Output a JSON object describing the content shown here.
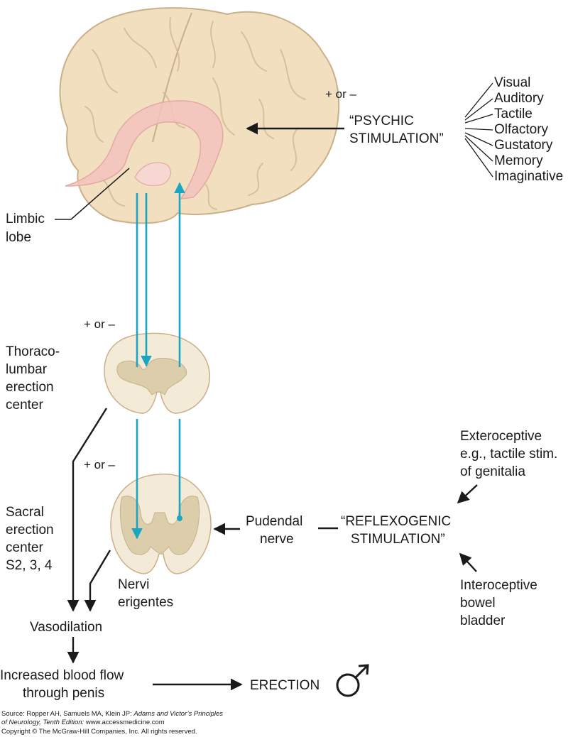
{
  "colors": {
    "brain_fill": "#f1dfbf",
    "brain_outline": "#c9b089",
    "limbic_fill": "#f3c3bd",
    "spinal_white": "#f3ead8",
    "spinal_gray": "#dccdab",
    "pathway": "#1aa6c0",
    "arrow": "#1a1a1a"
  },
  "labels": {
    "psychic_sign": "+ or –",
    "psychic_line1": "“PSYCHIC",
    "psychic_line2": "STIMULATION”",
    "stimuli": [
      "Visual",
      "Auditory",
      "Tactile",
      "Olfactory",
      "Gustatory",
      "Memory",
      "Imaginative"
    ],
    "limbic_line1": "Limbic",
    "limbic_line2": "lobe",
    "thoraco_sign": "+ or –",
    "thoraco_lines": [
      "Thoraco-",
      "lumbar",
      "erection",
      "center"
    ],
    "sacral_sign": "+ or –",
    "sacral_lines": [
      "Sacral",
      "erection",
      "center",
      "S2, 3, 4"
    ],
    "nervi_line1": "Nervi",
    "nervi_line2": "erigentes",
    "pudendal_line1": "Pudendal",
    "pudendal_line2": "nerve",
    "reflex_line1": "“REFLEXOGENIC",
    "reflex_line2": "STIMULATION”",
    "extero_lines": [
      "Exteroceptive",
      "e.g., tactile stim.",
      "of genitalia"
    ],
    "intero_lines": [
      "Interoceptive",
      "bowel",
      "bladder"
    ],
    "vasodilation": "Vasodilation",
    "bloodflow_line1": "Increased blood flow",
    "bloodflow_line2": "through penis",
    "erection": "ERECTION",
    "male_symbol": "male-symbol"
  },
  "source": {
    "line1_prefix": "Source: Ropper AH, Samuels MA, Klein JP: ",
    "line1_title": "Adams and Victor’s Principles",
    "line2_title": "of Neurology, Tenth Edition: ",
    "line2_url": "www.accessmedicine.com",
    "line3": "Copyright © The McGraw-Hill Companies, Inc. All rights reserved."
  }
}
